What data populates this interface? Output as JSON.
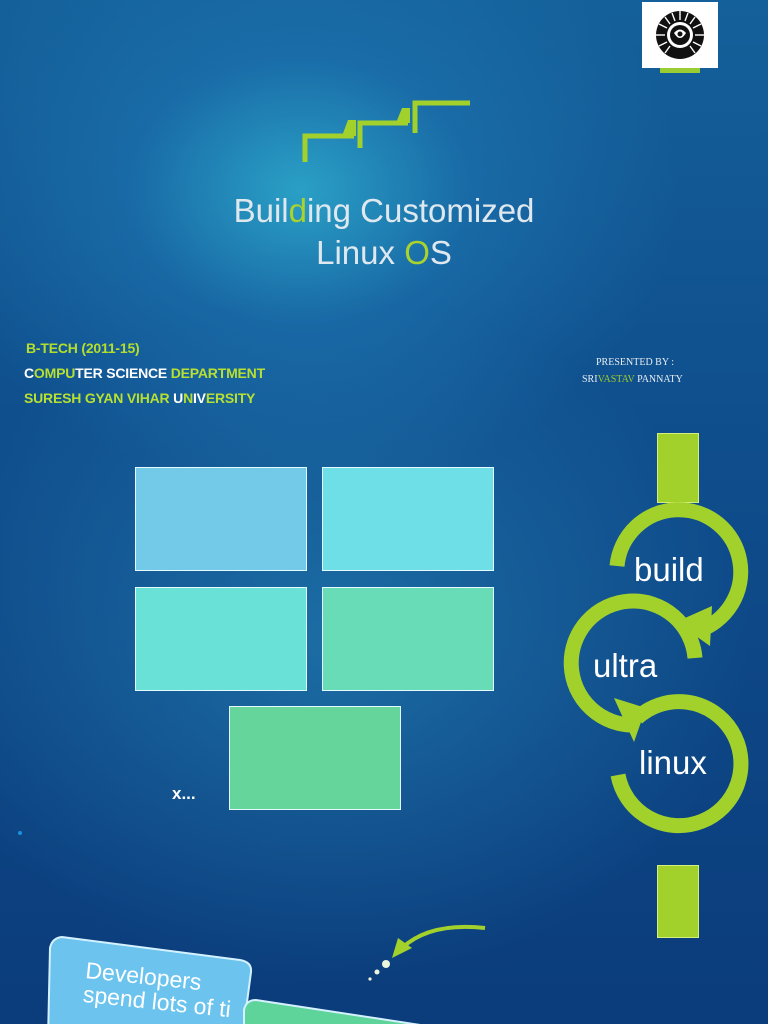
{
  "header": {
    "logo_name": "university-logo",
    "title_line1": [
      "Buil",
      "d",
      "ing Customized"
    ],
    "title_line2": [
      "Linux ",
      "O",
      "S"
    ]
  },
  "info": {
    "btech": "B-TECH (2011-15)",
    "dept": [
      {
        "text": "C",
        "tone": "white"
      },
      {
        "text": "OMPU",
        "tone": "yellow"
      },
      {
        "text": "TER",
        "tone": "white"
      },
      {
        "text": " SCIENCE ",
        "tone": "white"
      },
      {
        "text": "DEPARTMENT",
        "tone": "yellow"
      }
    ],
    "univ": [
      {
        "text": "SURESH GYAN VIHAR ",
        "tone": "yellow"
      },
      {
        "text": "U",
        "tone": "white"
      },
      {
        "text": "N",
        "tone": "yellow"
      },
      {
        "text": "IV",
        "tone": "white"
      },
      {
        "text": "ERSITY",
        "tone": "yellow"
      }
    ]
  },
  "presenter": {
    "label": "PRESENTED BY :",
    "name_parts": [
      "SRI",
      "VASTAV",
      " PANNATY"
    ]
  },
  "tiles_caption": "x...",
  "cycle": {
    "labels": [
      "build",
      "ultra",
      "linux"
    ]
  },
  "bottom_card": {
    "text": "Developers spend lots of ti"
  },
  "colors": {
    "accent_green": "#a3d12c",
    "background": "#0f4d8c",
    "tile_colors": [
      "#72c9e8",
      "#6edfe6",
      "#69e1d6",
      "#67dcb7",
      "#65d59b"
    ]
  }
}
